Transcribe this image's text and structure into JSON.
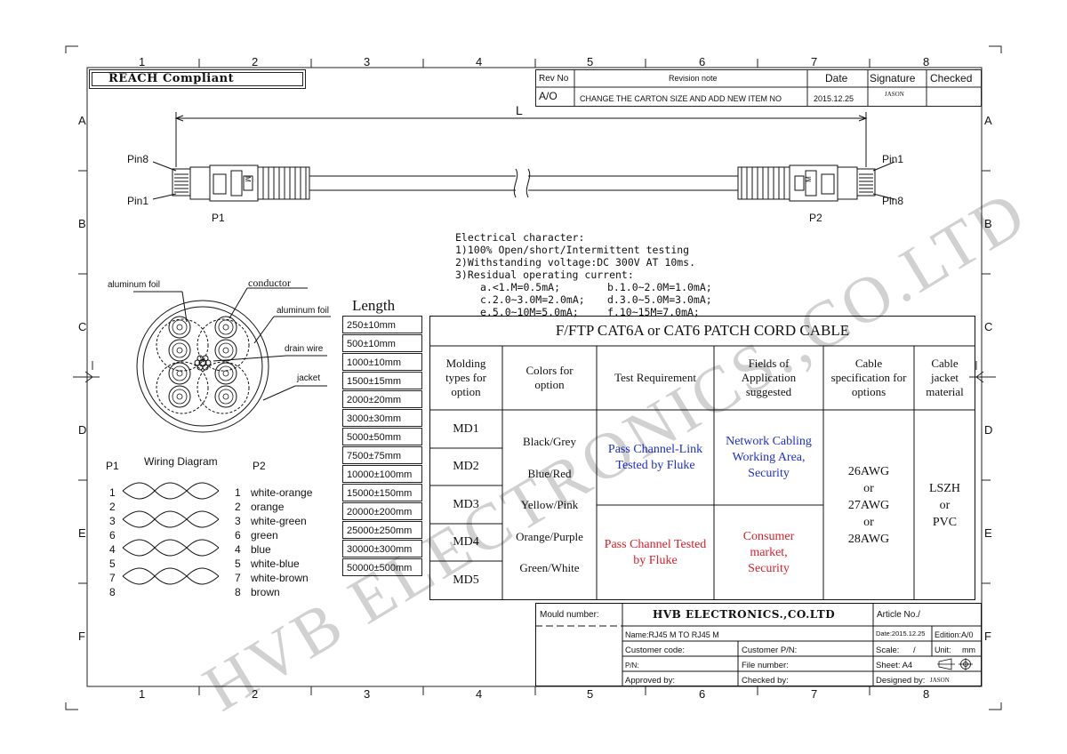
{
  "grid": {
    "cols": [
      "1",
      "2",
      "3",
      "4",
      "5",
      "6",
      "7",
      "8"
    ],
    "rows": [
      "A",
      "B",
      "C",
      "D",
      "E",
      "F"
    ]
  },
  "reach_label": "REACH Compliant",
  "revision": {
    "headers": [
      "Rev No",
      "Revision note",
      "Date",
      "Signature",
      "Checked"
    ],
    "row": {
      "rev": "A/O",
      "note": "CHANGE THE CARTON SIZE AND ADD NEW ITEM NO",
      "date": "2015.12.25",
      "signature": "JASON",
      "checked": ""
    }
  },
  "cable_drawing": {
    "length_label": "L",
    "p1_label": "P1",
    "p2_label": "P2",
    "left_pin_top": "Pin8",
    "left_pin_bottom": "Pin1",
    "right_pin_top": "Pin1",
    "right_pin_bottom": "Pin8",
    "plug_mark": "M"
  },
  "electrical": {
    "title": "Electrical character:",
    "lines": [
      "1)100% Open/short/Intermittent testing",
      "2)Withstanding voltage:DC 300V AT 10ms.",
      "3)Residual operating current:"
    ],
    "currents": [
      [
        "a.<1.M=0.5mA;",
        "b.1.0~2.0M=1.0mA;"
      ],
      [
        "c.2.0~3.0M=2.0mA;",
        "d.3.0~5.0M=3.0mA;"
      ],
      [
        "e.5.0~10M=5.0mA;",
        "f.10~15M=7.0mA;"
      ]
    ]
  },
  "cross_section": {
    "labels": {
      "aluminum_foil_left": "aluminum foil",
      "conductor": "conductor",
      "aluminum_foil_right": "aluminum foil",
      "drain_wire": "drain wire",
      "jacket": "jacket"
    }
  },
  "wiring": {
    "title": "Wiring Diagram",
    "p1": "P1",
    "p2": "P2",
    "rows": [
      {
        "left": "1",
        "right": "1",
        "name": "white-orange"
      },
      {
        "left": "2",
        "right": "2",
        "name": "orange"
      },
      {
        "left": "3",
        "right": "3",
        "name": "white-green"
      },
      {
        "left": "6",
        "right": "6",
        "name": "green"
      },
      {
        "left": "4",
        "right": "4",
        "name": "blue"
      },
      {
        "left": "5",
        "right": "5",
        "name": "white-blue"
      },
      {
        "left": "7",
        "right": "7",
        "name": "white-brown"
      },
      {
        "left": "8",
        "right": "8",
        "name": "brown"
      }
    ]
  },
  "length": {
    "title": "Length",
    "items": [
      "250±10mm",
      "500±10mm",
      "1000±10mm",
      "1500±15mm",
      "2000±20mm",
      "3000±30mm",
      "5000±50mm",
      "7500±75mm",
      "10000±100mm",
      "15000±150mm",
      "20000±200mm",
      "25000±250mm",
      "30000±300mm",
      "50000±500mm"
    ]
  },
  "spec_table": {
    "title": "F/FTP CAT6A or CAT6 PATCH CORD CABLE",
    "headers": {
      "molding": "Molding types for option",
      "colors": "Colors for option",
      "test": "Test Requirement",
      "fields": "Fields of Application suggested",
      "cable": "Cable specification for options",
      "jacket": "Cable jacket material"
    },
    "moldings": [
      "MD1",
      "MD2",
      "MD3",
      "MD4",
      "MD5"
    ],
    "colors": [
      "Black/Grey",
      "Blue/Red",
      "Yellow/Pink",
      "Orange/Purple",
      "Green/White"
    ],
    "test_blue": "Pass Channel-Link Tested by Fluke",
    "test_red": "Pass Channel Tested by Fluke",
    "field_blue": "Network Cabling Working Area, Security",
    "field_red": "Consumer market, Security",
    "awg": "26AWG or 27AWG or 28AWG",
    "jacket_mat": "LSZH or PVC",
    "color_blue": "#1c2fcf",
    "color_red": "#d8202a"
  },
  "title_block": {
    "mould_number_label": "Mould number:",
    "company": "HVB ELECTRONICS.,CO.LTD",
    "article_label": "Article No./",
    "name": "Name:RJ45 M TO RJ45 M",
    "date": "Date:2015.12.25",
    "edition": "Edition:A/0",
    "customer_code": "Customer code:",
    "customer_pn": "Customer P/N:",
    "scale_label": "Scale:",
    "scale_value": "/",
    "unit_label": "Unit:",
    "unit_value": "mm",
    "pn": "P/N:",
    "file_number": "File number:",
    "sheet": "Sheet: A4",
    "approved": "Approved by:",
    "checked": "Checked by:",
    "designed": "Designed by:",
    "designer": "JASON"
  },
  "watermark": "HVB ELECTRONICS.,CO.LTD"
}
